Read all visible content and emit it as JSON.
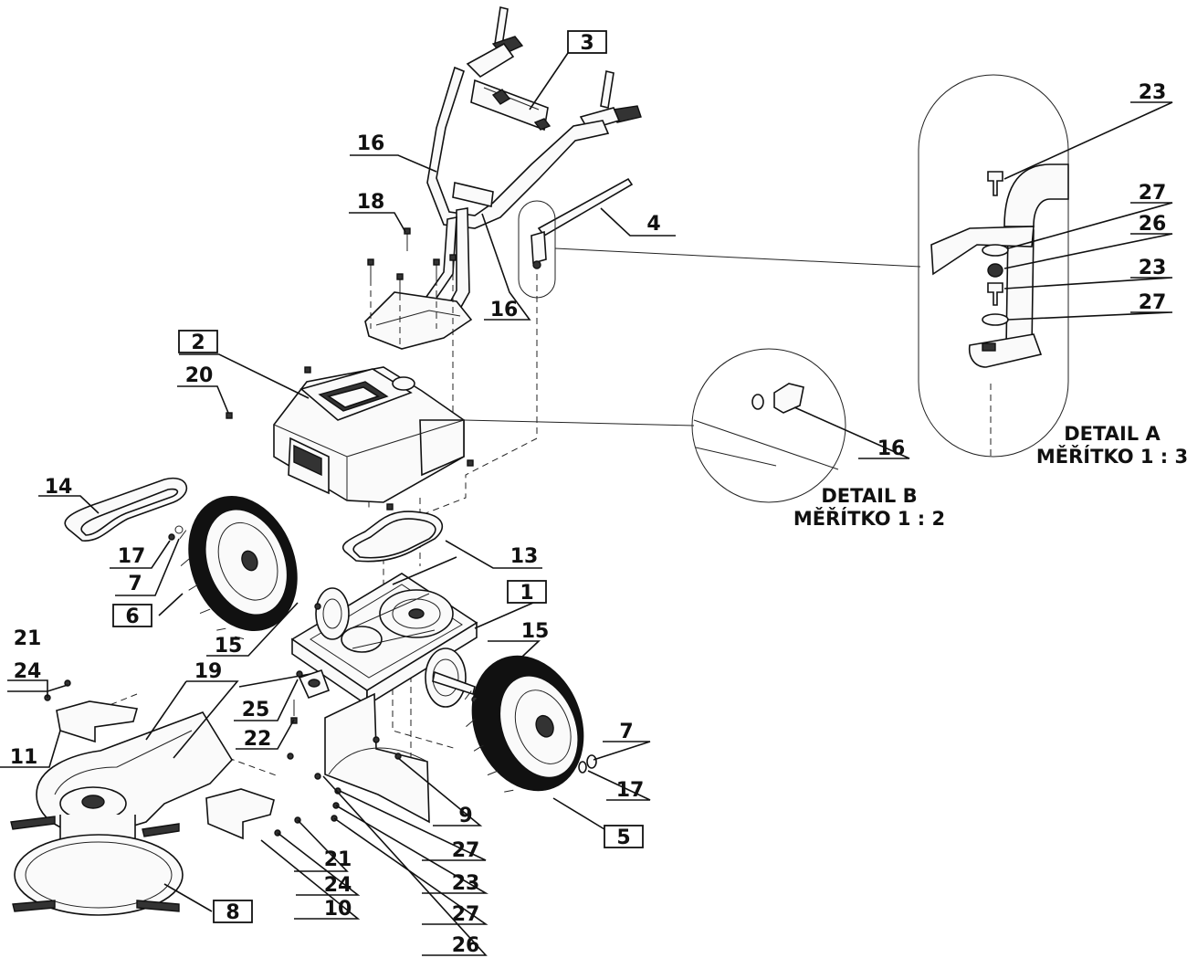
{
  "callouts": [
    {
      "id": "c3",
      "text": "3",
      "boxed": true
    },
    {
      "id": "c16a",
      "text": "16",
      "boxed": false
    },
    {
      "id": "c18",
      "text": "18",
      "boxed": false
    },
    {
      "id": "c4",
      "text": "4",
      "boxed": false
    },
    {
      "id": "c16b",
      "text": "16",
      "boxed": false
    },
    {
      "id": "c2",
      "text": "2",
      "boxed": true
    },
    {
      "id": "c20",
      "text": "20",
      "boxed": false
    },
    {
      "id": "c14",
      "text": "14",
      "boxed": false
    },
    {
      "id": "c17a",
      "text": "17",
      "boxed": false
    },
    {
      "id": "c7a",
      "text": "7",
      "boxed": false
    },
    {
      "id": "c6",
      "text": "6",
      "boxed": true
    },
    {
      "id": "c13",
      "text": "13",
      "boxed": false
    },
    {
      "id": "c1",
      "text": "1",
      "boxed": true
    },
    {
      "id": "c15a",
      "text": "15",
      "boxed": false
    },
    {
      "id": "c15b",
      "text": "15",
      "boxed": false
    },
    {
      "id": "c21a",
      "text": "21",
      "boxed": false
    },
    {
      "id": "c19",
      "text": "19",
      "boxed": false
    },
    {
      "id": "c24a",
      "text": "24",
      "boxed": false
    },
    {
      "id": "c25",
      "text": "25",
      "boxed": false
    },
    {
      "id": "c22",
      "text": "22",
      "boxed": false
    },
    {
      "id": "c11",
      "text": "11",
      "boxed": false
    },
    {
      "id": "c7b",
      "text": "7",
      "boxed": false
    },
    {
      "id": "c17b",
      "text": "17",
      "boxed": false
    },
    {
      "id": "c9",
      "text": "9",
      "boxed": false
    },
    {
      "id": "c5",
      "text": "5",
      "boxed": true
    },
    {
      "id": "c27a",
      "text": "27",
      "boxed": false
    },
    {
      "id": "c21b",
      "text": "21",
      "boxed": false
    },
    {
      "id": "c23a",
      "text": "23",
      "boxed": false
    },
    {
      "id": "c24b",
      "text": "24",
      "boxed": false
    },
    {
      "id": "c27b",
      "text": "27",
      "boxed": false
    },
    {
      "id": "c10",
      "text": "10",
      "boxed": false
    },
    {
      "id": "c8",
      "text": "8",
      "boxed": true
    },
    {
      "id": "c26a",
      "text": "26",
      "boxed": false
    },
    {
      "id": "c16c",
      "text": "16",
      "boxed": false
    },
    {
      "id": "dA23a",
      "text": "23",
      "boxed": false
    },
    {
      "id": "dA27a",
      "text": "27",
      "boxed": false
    },
    {
      "id": "dA26",
      "text": "26",
      "boxed": false
    },
    {
      "id": "dA23b",
      "text": "23",
      "boxed": false
    },
    {
      "id": "dA27b",
      "text": "27",
      "boxed": false
    }
  ],
  "details": {
    "a_title": "DETAIL A",
    "a_scale": "MĚŘÍTKO 1 : 3",
    "b_title": "DETAIL B",
    "b_scale": "MĚŘÍTKO 1 : 2"
  }
}
